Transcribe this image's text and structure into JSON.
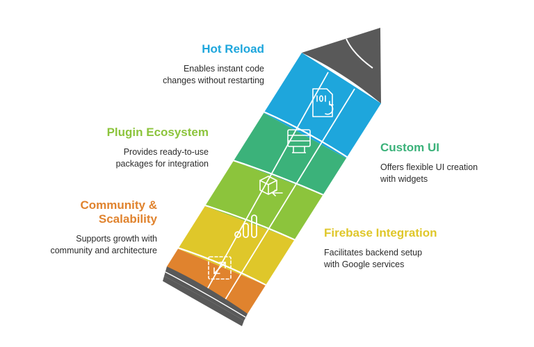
{
  "colors": {
    "blue": "#1ea6dc",
    "teal": "#3bb27a",
    "green": "#8cc43c",
    "yellow": "#dfc72a",
    "orange": "#e0832e",
    "tip": "#595959",
    "eraser": "#595959"
  },
  "items": [
    {
      "id": "hot-reload",
      "title": "Hot Reload",
      "desc": [
        "Enables instant code",
        "changes without restarting"
      ],
      "color": "#1ea6dc",
      "icon": "code-refresh-icon"
    },
    {
      "id": "custom-ui",
      "title": "Custom UI",
      "desc": [
        "Offers flexible UI creation",
        "with widgets"
      ],
      "color": "#3bb27a",
      "icon": "widget-stack-icon"
    },
    {
      "id": "plugin-ecosystem",
      "title": "Plugin Ecosystem",
      "desc": [
        "Provides ready-to-use",
        "packages for integration"
      ],
      "color": "#8cc43c",
      "icon": "package-icon"
    },
    {
      "id": "firebase-integration",
      "title": "Firebase Integration",
      "desc": [
        "Facilitates backend setup",
        "with Google services"
      ],
      "color": "#dfc72a",
      "icon": "bar-chart-icon"
    },
    {
      "id": "community-scalability",
      "title": [
        "Community &",
        "Scalability"
      ],
      "desc": [
        "Supports growth with",
        "community and architecture"
      ],
      "color": "#e0832e",
      "icon": "scale-expand-icon"
    }
  ]
}
